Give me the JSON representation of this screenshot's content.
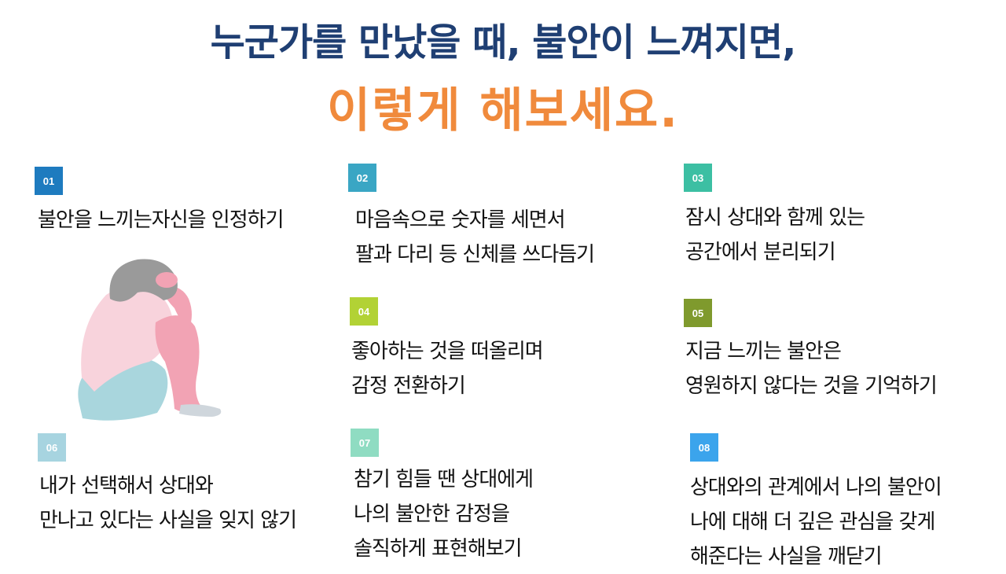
{
  "title": {
    "line1": "누군가를 만났을 때, 불안이 느껴지면,",
    "line2": "이렇게 해보세요."
  },
  "tips": [
    {
      "num": "01",
      "color": "#1e7bbf",
      "lines": [
        "불안을 느끼는자신을 인정하기"
      ]
    },
    {
      "num": "02",
      "color": "#3aa6c4",
      "lines": [
        "마음속으로 숫자를 세면서",
        "팔과 다리 등 신체를 쓰다듬기"
      ]
    },
    {
      "num": "03",
      "color": "#3cbfa3",
      "lines": [
        "잠시 상대와 함께 있는",
        "공간에서 분리되기"
      ]
    },
    {
      "num": "04",
      "color": "#b2d235",
      "lines": [
        "좋아하는 것을 떠올리며",
        "감정 전환하기"
      ]
    },
    {
      "num": "05",
      "color": "#7f9a2d",
      "lines": [
        "지금 느끼는 불안은",
        "영원하지 않다는 것을 기억하기"
      ]
    },
    {
      "num": "06",
      "color": "#a7d4e0",
      "lines": [
        "내가 선택해서 상대와",
        "만나고 있다는 사실을 잊지 않기"
      ]
    },
    {
      "num": "07",
      "color": "#8fdcc2",
      "lines": [
        "참기 힘들 땐 상대에게",
        "나의 불안한 감정을",
        "솔직하게 표현해보기"
      ]
    },
    {
      "num": "08",
      "color": "#3ba4ec",
      "lines": [
        "상대와의 관계에서 나의 불안이",
        "나에 대해 더 깊은 관심을 갖게",
        "해준다는 사실을 깨닫기"
      ]
    }
  ]
}
